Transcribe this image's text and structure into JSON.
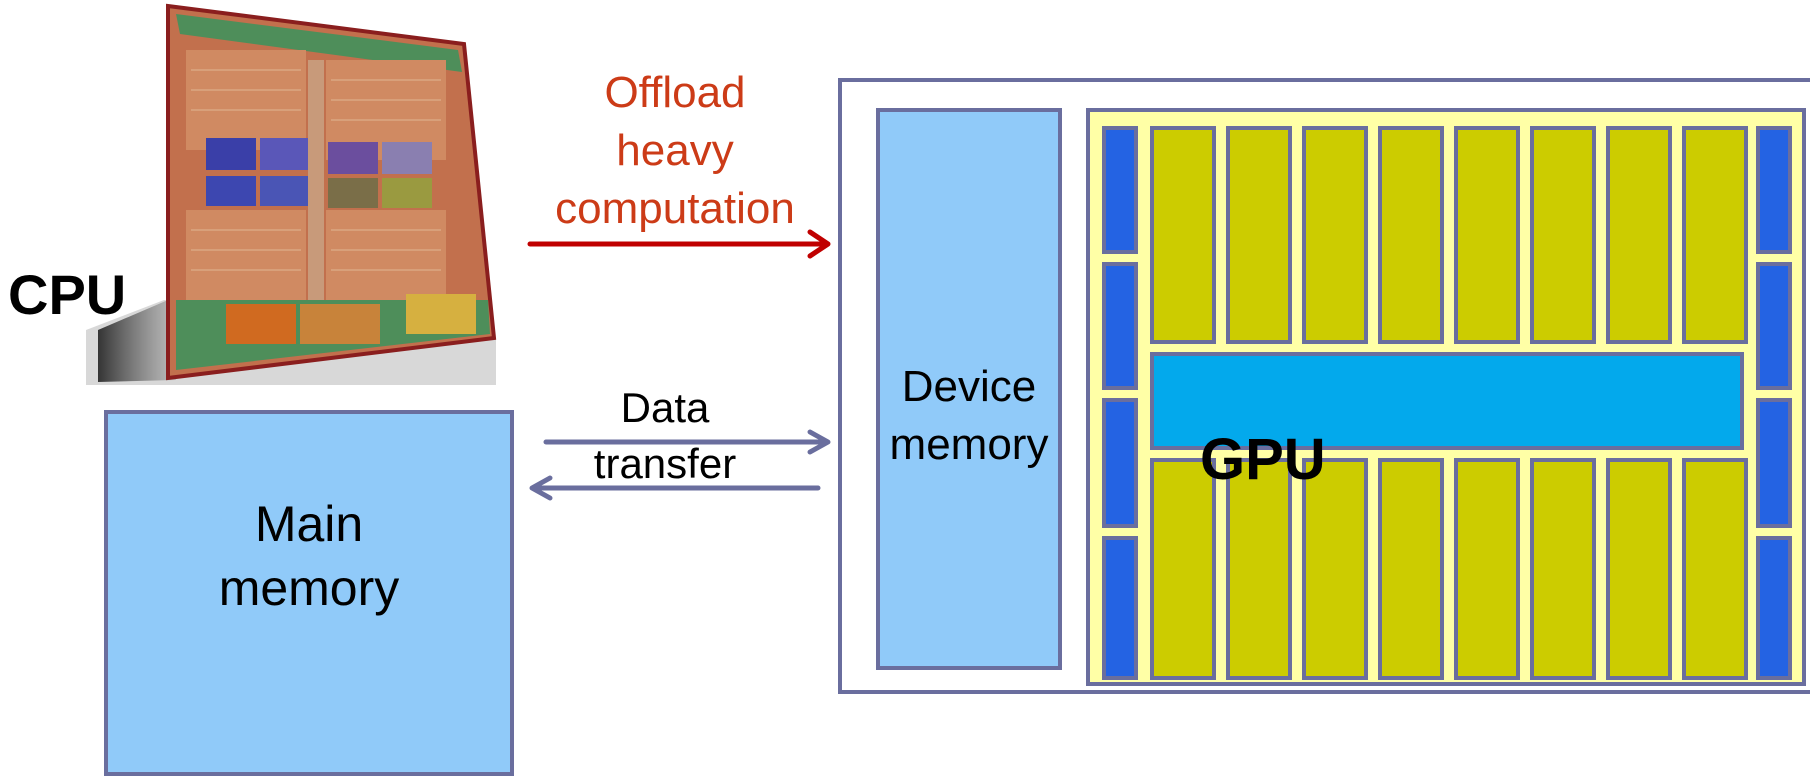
{
  "cpu": {
    "label": "CPU",
    "die_image_icon": "cpu-die-icon"
  },
  "main_memory": {
    "label": "Main\nmemory"
  },
  "offload": {
    "label": "Offload\nheavy\ncomputation"
  },
  "data_transfer": {
    "label": "Data\ntransfer"
  },
  "device_memory": {
    "label": "Device\nmemory"
  },
  "gpu": {
    "label": "GPU",
    "top_core_count": 8,
    "bottom_core_count": 8,
    "side_unit_count_per_column": 4
  },
  "colors": {
    "memory_fill": "#90CAF9",
    "outline": "#6A6E9E",
    "offload_text": "#CC3B17",
    "offload_arrow": "#C00000",
    "core_fill": "#CCCC00",
    "gpu_background": "#FFFFA6",
    "side_unit_fill": "#2463E3",
    "shared_memory_fill": "#03A9EC"
  }
}
